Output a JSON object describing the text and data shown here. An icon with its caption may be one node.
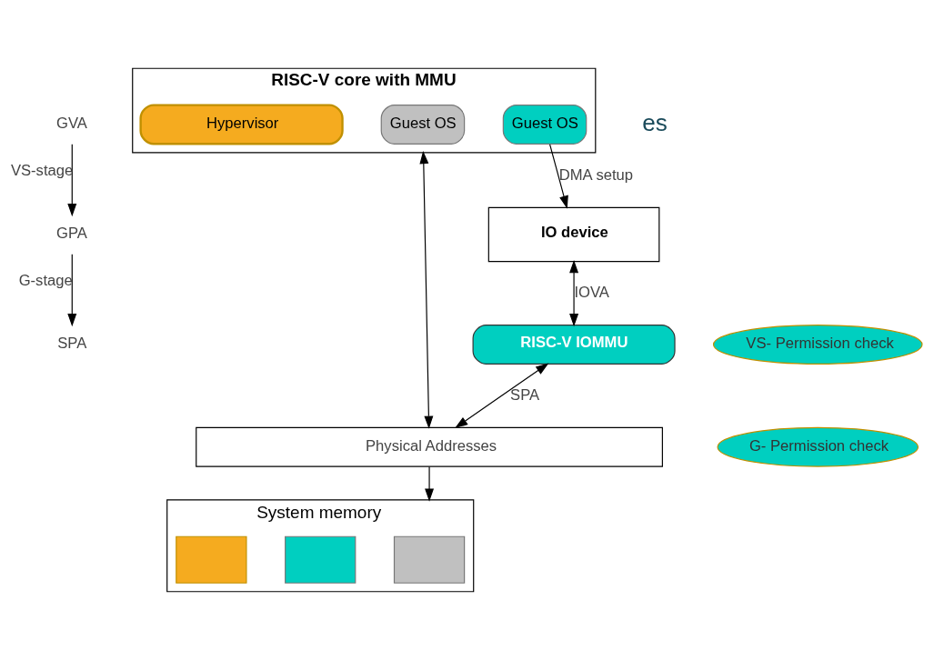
{
  "diagram": {
    "nodes": [
      {
        "text": [
          "RISC-V core with MMU"
        ]
      },
      {
        "text": [
          "Guest OS"
        ],
        "in": 0
      },
      {
        "text": [
          "Guest OS"
        ],
        "in": 0
      },
      {
        "text": [
          "Hypervisor"
        ],
        "in": 0
      },
      {
        "text": [
          "IO device"
        ]
      },
      {
        "text": [
          "RISC-V IOMMU"
        ]
      },
      {
        "text": [
          "VS- Permission check"
        ]
      },
      {
        "text": [
          "G- Permission check"
        ]
      },
      {
        "text": [
          "Physical Addresses"
        ]
      },
      {
        "text": [
          "System memory"
        ]
      },
      {
        "text": [],
        "shape": "box",
        "in": 9
      },
      {
        "text": [],
        "shape": "box",
        "in": 9
      },
      {
        "text": [],
        "shape": "box",
        "in": 9
      },
      {
        "text": [
          "GVA"
        ]
      },
      {
        "text": [
          "GPA"
        ]
      },
      {
        "text": [
          "SPA"
        ]
      }
    ],
    "edges": [
      {
        "from": 2,
        "to": 4,
        "arrow": "to",
        "label": "DMA setup"
      },
      {
        "from": 4,
        "to": 5,
        "arrow": "both",
        "label": "IOVA"
      },
      {
        "from": 5,
        "to": 8,
        "arrow": "both",
        "label": "SPA"
      },
      {
        "from": 0,
        "to": 8,
        "arrow": "both"
      },
      {
        "from": 8,
        "to": 9,
        "arrow": "to"
      },
      {
        "from": 13,
        "to": 14,
        "arrow": "to",
        "label": "VS-stage"
      },
      {
        "from": 14,
        "to": 15,
        "arrow": "to",
        "label": "G-stage"
      }
    ],
    "labels": [
      "es"
    ]
  }
}
